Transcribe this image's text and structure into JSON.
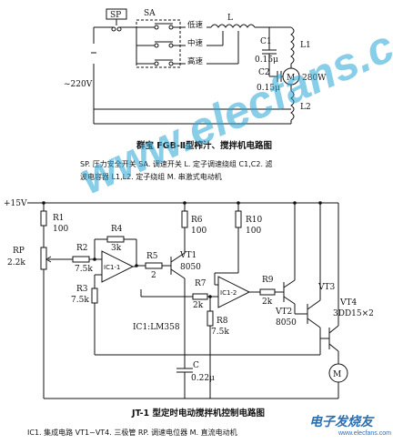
{
  "diagram_top": {
    "sp_label": "SP",
    "sa_label": "SA",
    "speeds": [
      "低速",
      "中速",
      "高速"
    ],
    "l_label": "L",
    "c1_label": "C1",
    "c1_value": "0.15μ",
    "l1_label": "L1",
    "c2_label": "C2",
    "c2_value": "0.15μ",
    "motor_label": "M",
    "motor_power": "280W",
    "l2_label": "L2",
    "supply_label": "~220V",
    "caption": "群宝 FGB-Ⅱ型榨汁、搅拌机电路图",
    "legend_line1": "SP. 压力安全开关   SA. 调速开关   L. 定子调速绕组   C1,C2. 滤",
    "legend_line2": "波电容器   L1,L2. 定子绕组   M. 串激式电动机"
  },
  "diagram_bottom": {
    "vcc": "+15V",
    "r1": "R1",
    "r1_v": "100",
    "rp": "RP",
    "rp_v": "2.2k",
    "r2": "R2",
    "r2_v": "7.5k",
    "r3": "R3",
    "r3_v": "7.5k",
    "r4": "R4",
    "r4_v": "3k",
    "ic1_1": "IC1-1",
    "r5": "R5",
    "r5_v": "2",
    "vt1": "VT1",
    "vt1_v": "8050",
    "r6": "R6",
    "r6_v": "100",
    "r7": "R7",
    "r7_v": "2k",
    "r8": "R8",
    "r8_v": "7.5k",
    "ic1_2": "IC1-2",
    "r9": "R9",
    "r9_v": "2k",
    "r10": "R10",
    "r10_v": "100",
    "vt2": "VT2",
    "vt2_v": "8050",
    "vt3": "VT3",
    "vt4": "VT4",
    "vt4_v": "3DD15×2",
    "ic_note": "IC1:LM358",
    "c": "C",
    "c_v": "0.22μ",
    "motor": "M",
    "caption": "JT-1 型定时电动搅拌机控制电路图",
    "legend": "IC1. 集成电路   VT1~VT4. 三极管   RP. 调速电位器   M. 直流电动机"
  },
  "watermark": {
    "main": "www.elecfans.com",
    "corner": "电子发烧友",
    "corner_url": "www.elecfans.com"
  }
}
